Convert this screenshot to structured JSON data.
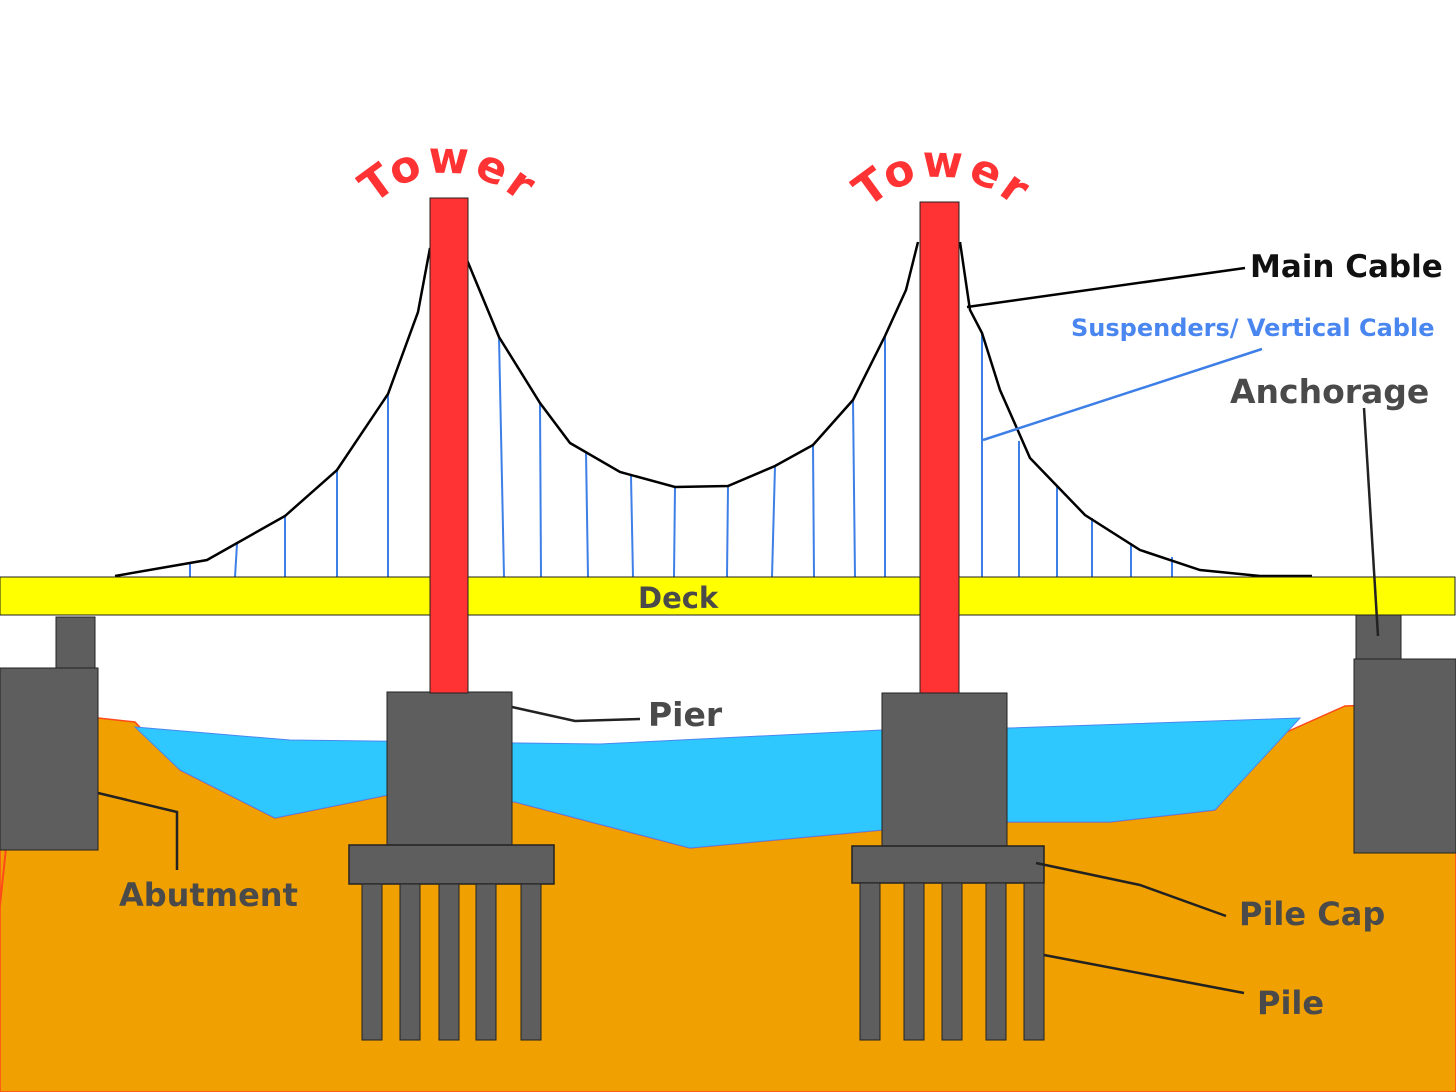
{
  "labels": {
    "tower_left": "Tower",
    "tower_right": "Tower",
    "main_cable": "Main Cable",
    "suspenders": "Suspenders/ Vertical Cable",
    "anchorage": "Anchorage",
    "deck": "Deck",
    "pier": "Pier",
    "abutment": "Abutment",
    "pile_cap": "Pile Cap",
    "pile": "Pile"
  },
  "colors": {
    "tower": "#ff3333",
    "deck": "#ffff00",
    "water": "#2ec8ff",
    "ground": "#f0a000",
    "ground_edge": "#ff4a1a",
    "concrete": "#5e5e5e",
    "main_cable": "#000000",
    "suspender": "#3d7fe6",
    "label_dark": "#4a4a4a",
    "label_black": "#111111",
    "label_blue": "#4a86f0",
    "label_red": "#ff3333"
  }
}
